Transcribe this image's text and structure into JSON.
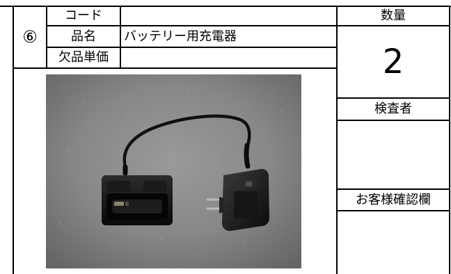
{
  "product_block": {
    "index_label": "⑥",
    "labels": {
      "code": "コード",
      "item_name": "品名",
      "missing_unit_price": "欠品単価"
    },
    "values": {
      "code": "",
      "item_name": "バッテリー用充電器",
      "missing_unit_price": ""
    }
  },
  "side_panel": {
    "quantity_label": "数量",
    "quantity_value": "2",
    "inspector_label": "検査者",
    "customer_check_label": "お客様確認欄"
  },
  "photo": {
    "subject": "black battery charger and AC adapter on concrete"
  }
}
